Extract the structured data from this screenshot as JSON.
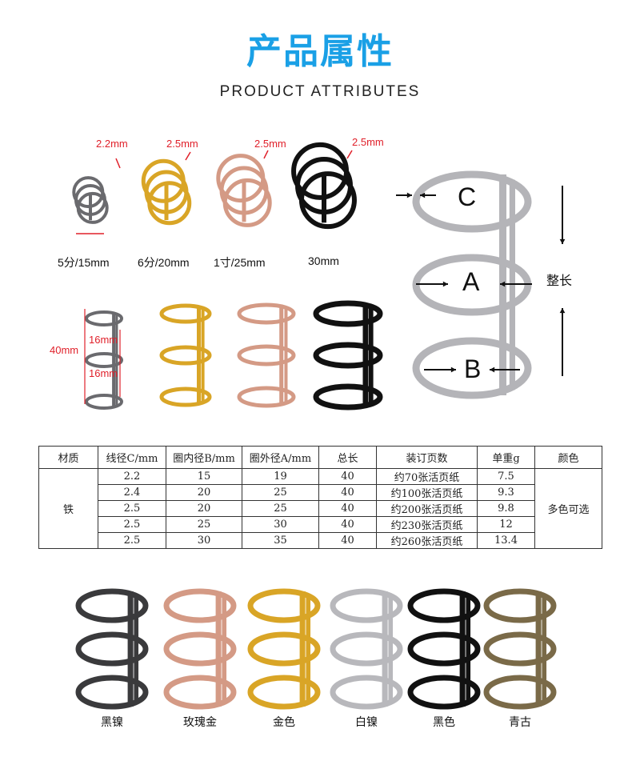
{
  "title": "产品属性",
  "subtitle": "PRODUCT ATTRIBUTES",
  "top_row": {
    "wire_labels": [
      "2.2mm",
      "2.5mm",
      "2.5mm",
      "2.5mm"
    ],
    "size_labels": [
      "5分/15mm",
      "6分/20mm",
      "1寸/25mm",
      "30mm"
    ],
    "length_label": "40mm",
    "spacing_labels": [
      "16mm",
      "16mm"
    ]
  },
  "diagram": {
    "c": "C",
    "a": "A",
    "b": "B",
    "length": "整长"
  },
  "table": {
    "headers": [
      "材质",
      "线径C/mm",
      "圈内径B/mm",
      "圈外径A/mm",
      "总长",
      "装订页数",
      "单重g",
      "颜色"
    ],
    "material": "铁",
    "color": "多色可选",
    "rows": [
      [
        "2.2",
        "15",
        "19",
        "40",
        "约70张活页纸",
        "7.5"
      ],
      [
        "2.4",
        "20",
        "25",
        "40",
        "约100张活页纸",
        "9.3"
      ],
      [
        "2.5",
        "20",
        "25",
        "40",
        "约200张活页纸",
        "9.8"
      ],
      [
        "2.5",
        "25",
        "30",
        "40",
        "约230张活页纸",
        "12"
      ],
      [
        "2.5",
        "30",
        "35",
        "40",
        "约260张活页纸",
        "13.4"
      ]
    ]
  },
  "finishes": [
    {
      "label": "黑镍",
      "color": "#3a3a3c"
    },
    {
      "label": "玫瑰金",
      "color": "#d49a85"
    },
    {
      "label": "金色",
      "color": "#d9a526"
    },
    {
      "label": "白镍",
      "color": "#b8b8bc"
    },
    {
      "label": "黑色",
      "color": "#111111"
    },
    {
      "label": "青古",
      "color": "#7a6a48"
    }
  ],
  "sample_colors": [
    "#6a6a6e",
    "#d9a526",
    "#d49a85",
    "#111111"
  ],
  "title_color": "#1aa0e6"
}
